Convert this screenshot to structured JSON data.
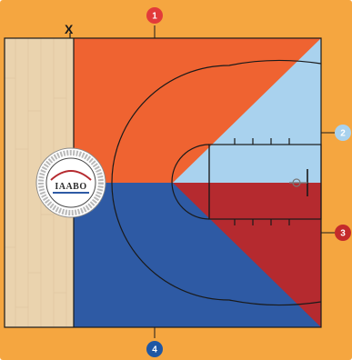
{
  "corner_label": "X",
  "markers": [
    {
      "number": "1",
      "color": "#e23a3a"
    },
    {
      "number": "2",
      "color": "#a9d2ee"
    },
    {
      "number": "3",
      "color": "#c42b2b"
    },
    {
      "number": "4",
      "color": "#1f57a4"
    }
  ],
  "seal": {
    "text": "IAABO"
  },
  "colors": {
    "apron": "#f5a640",
    "hardwood": "#ead3ae",
    "court_orange": "#ef6331",
    "court_blue": "#2e5aa4",
    "lane_light_blue": "#a9d2ee",
    "lane_red": "#b52a2f",
    "lines": "#1a1a1a"
  }
}
